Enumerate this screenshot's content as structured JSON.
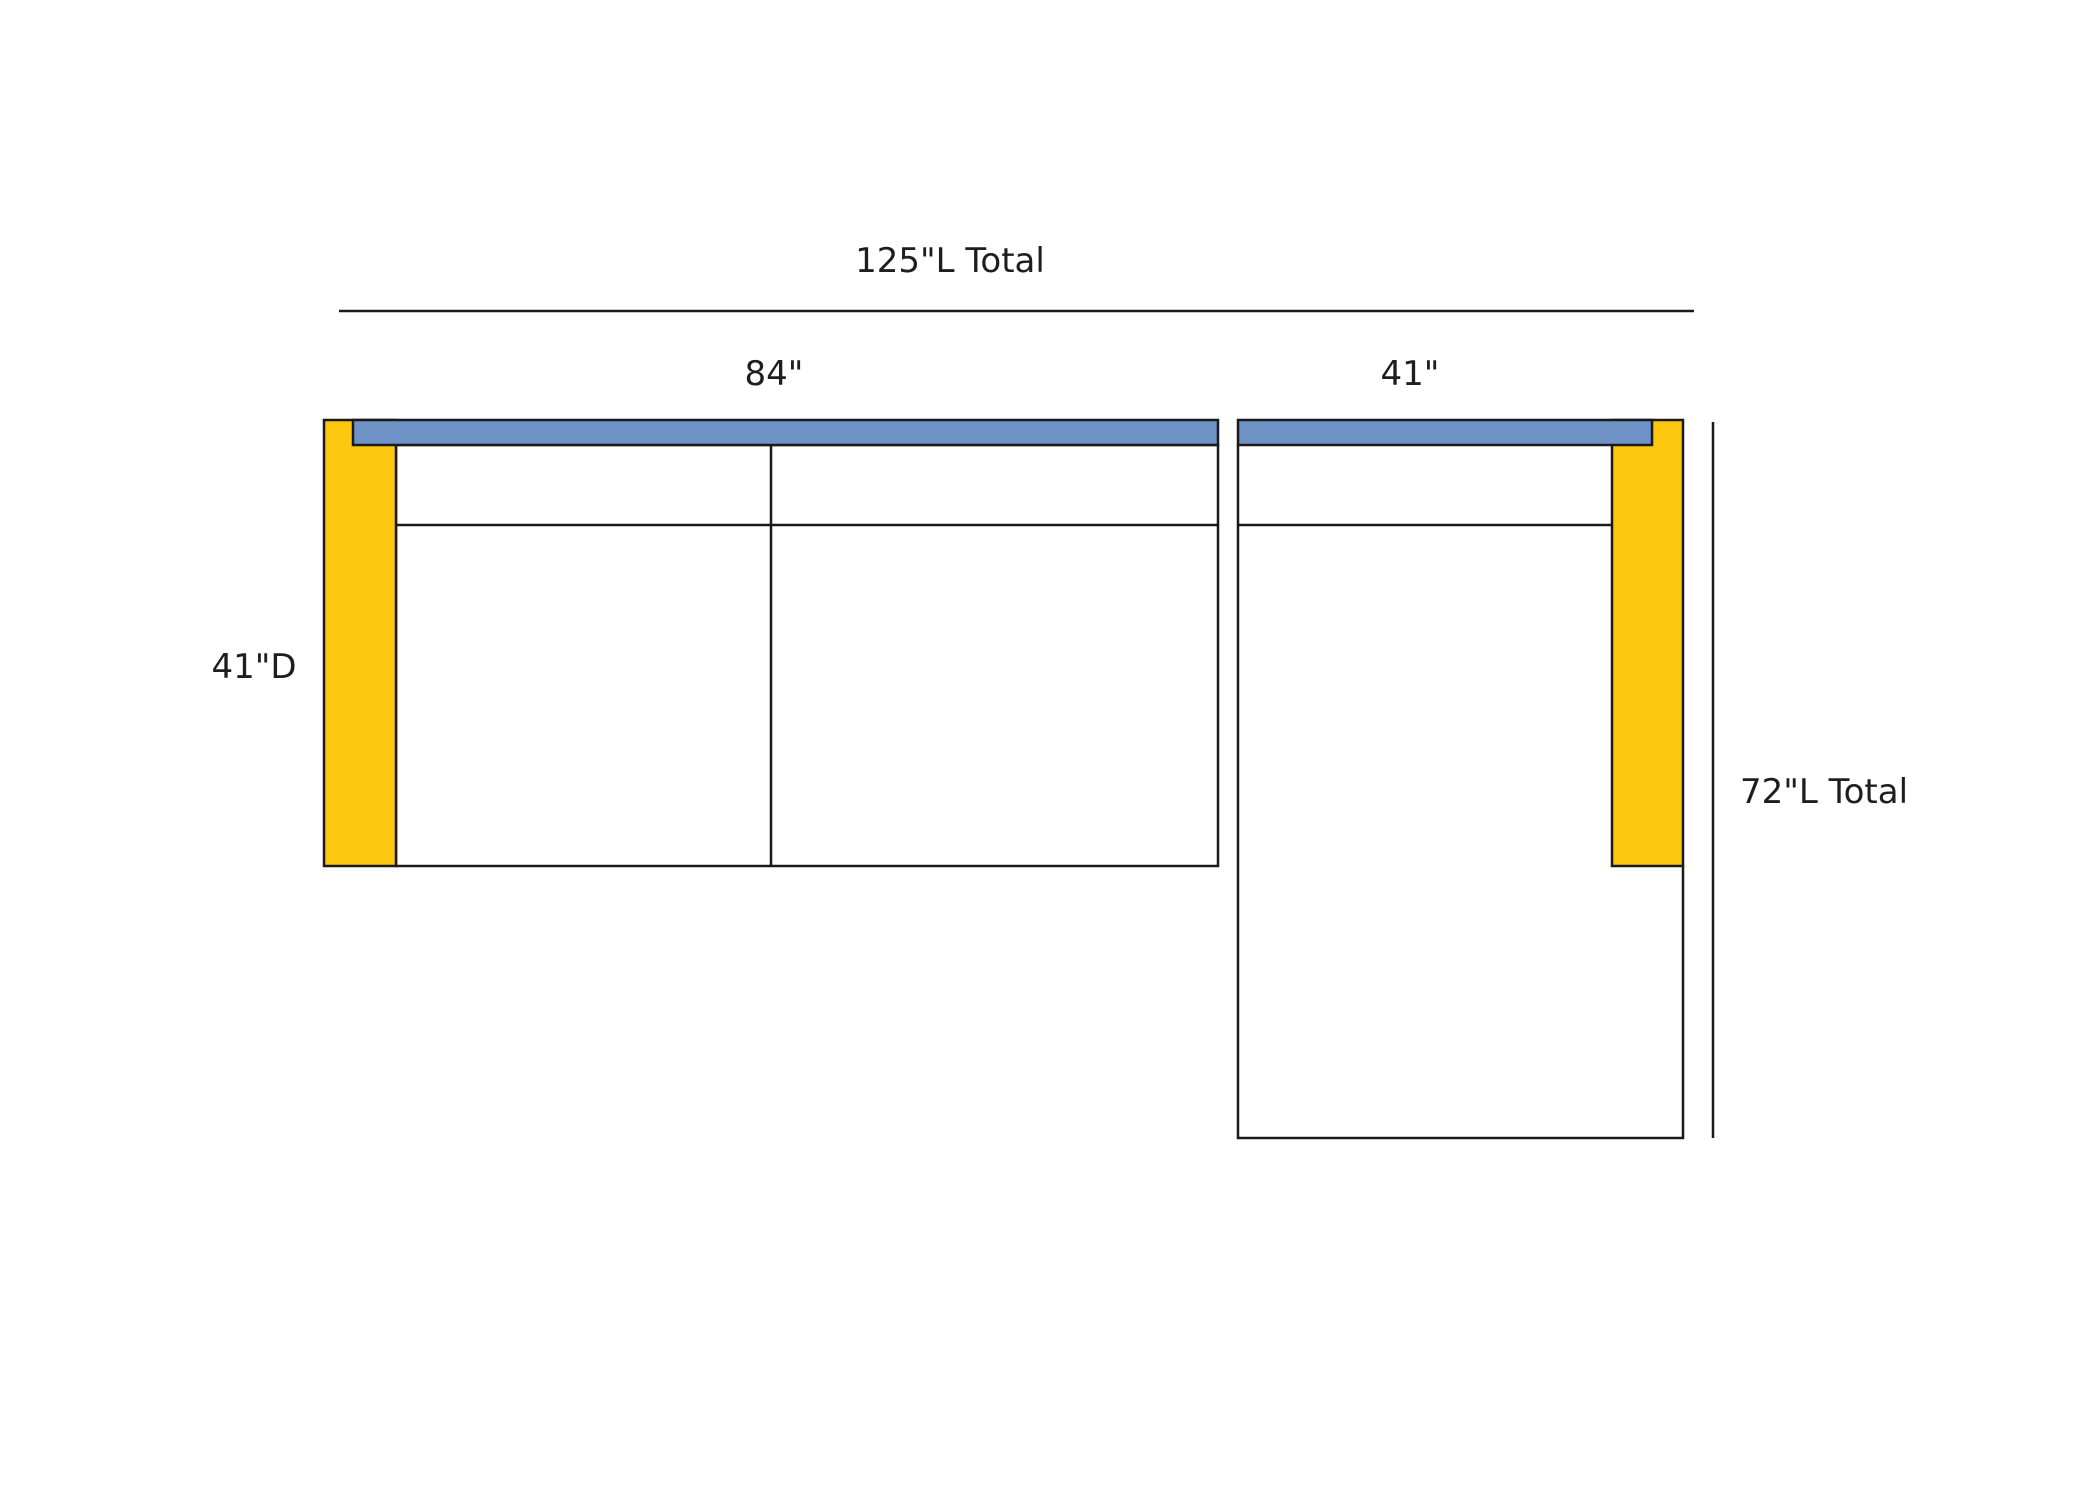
{
  "dimensions": {
    "total_length": "125\"L Total",
    "sofa_length": "84\"",
    "chaise_width": "41\"",
    "depth": "41\"D",
    "chaise_total_length": "72\"L Total"
  },
  "colors": {
    "arm": "#fcc70f",
    "back_cushion": "#6f93c7",
    "outline": "#1a1a1a",
    "background": "#ffffff"
  }
}
